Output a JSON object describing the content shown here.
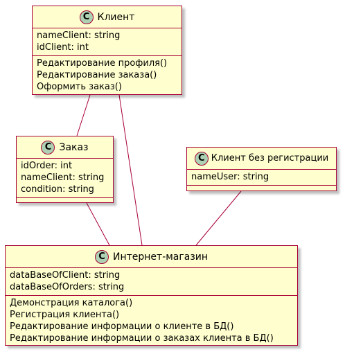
{
  "classes": {
    "client": {
      "badge": "C",
      "name": "Клиент",
      "attributes": [
        "nameClient: string",
        "idClient: int"
      ],
      "methods": [
        "Редактирование профиля()",
        "Редактирование заказа()",
        "Оформить заказ()"
      ]
    },
    "order": {
      "badge": "C",
      "name": "Заказ",
      "attributes": [
        "idOrder: int",
        "nameClient: string",
        "condition: string"
      ],
      "methods": []
    },
    "guest": {
      "badge": "C",
      "name": "Клиент без регистрации",
      "attributes": [
        "nameUser: string"
      ],
      "methods": []
    },
    "shop": {
      "badge": "C",
      "name": "Интернет-магазин",
      "attributes": [
        "dataBaseOfClient: string",
        "dataBaseOfOrders: string"
      ],
      "methods": [
        "Демонстрация каталога()",
        "Регистрация клиента()",
        "Редактирование информации о клиенте в БД()",
        "Редактирование информации о заказах клиента в БД()"
      ]
    }
  },
  "colors": {
    "box_fill": "#fefece",
    "border": "#a80036",
    "badge_fill": "#add1b2"
  }
}
